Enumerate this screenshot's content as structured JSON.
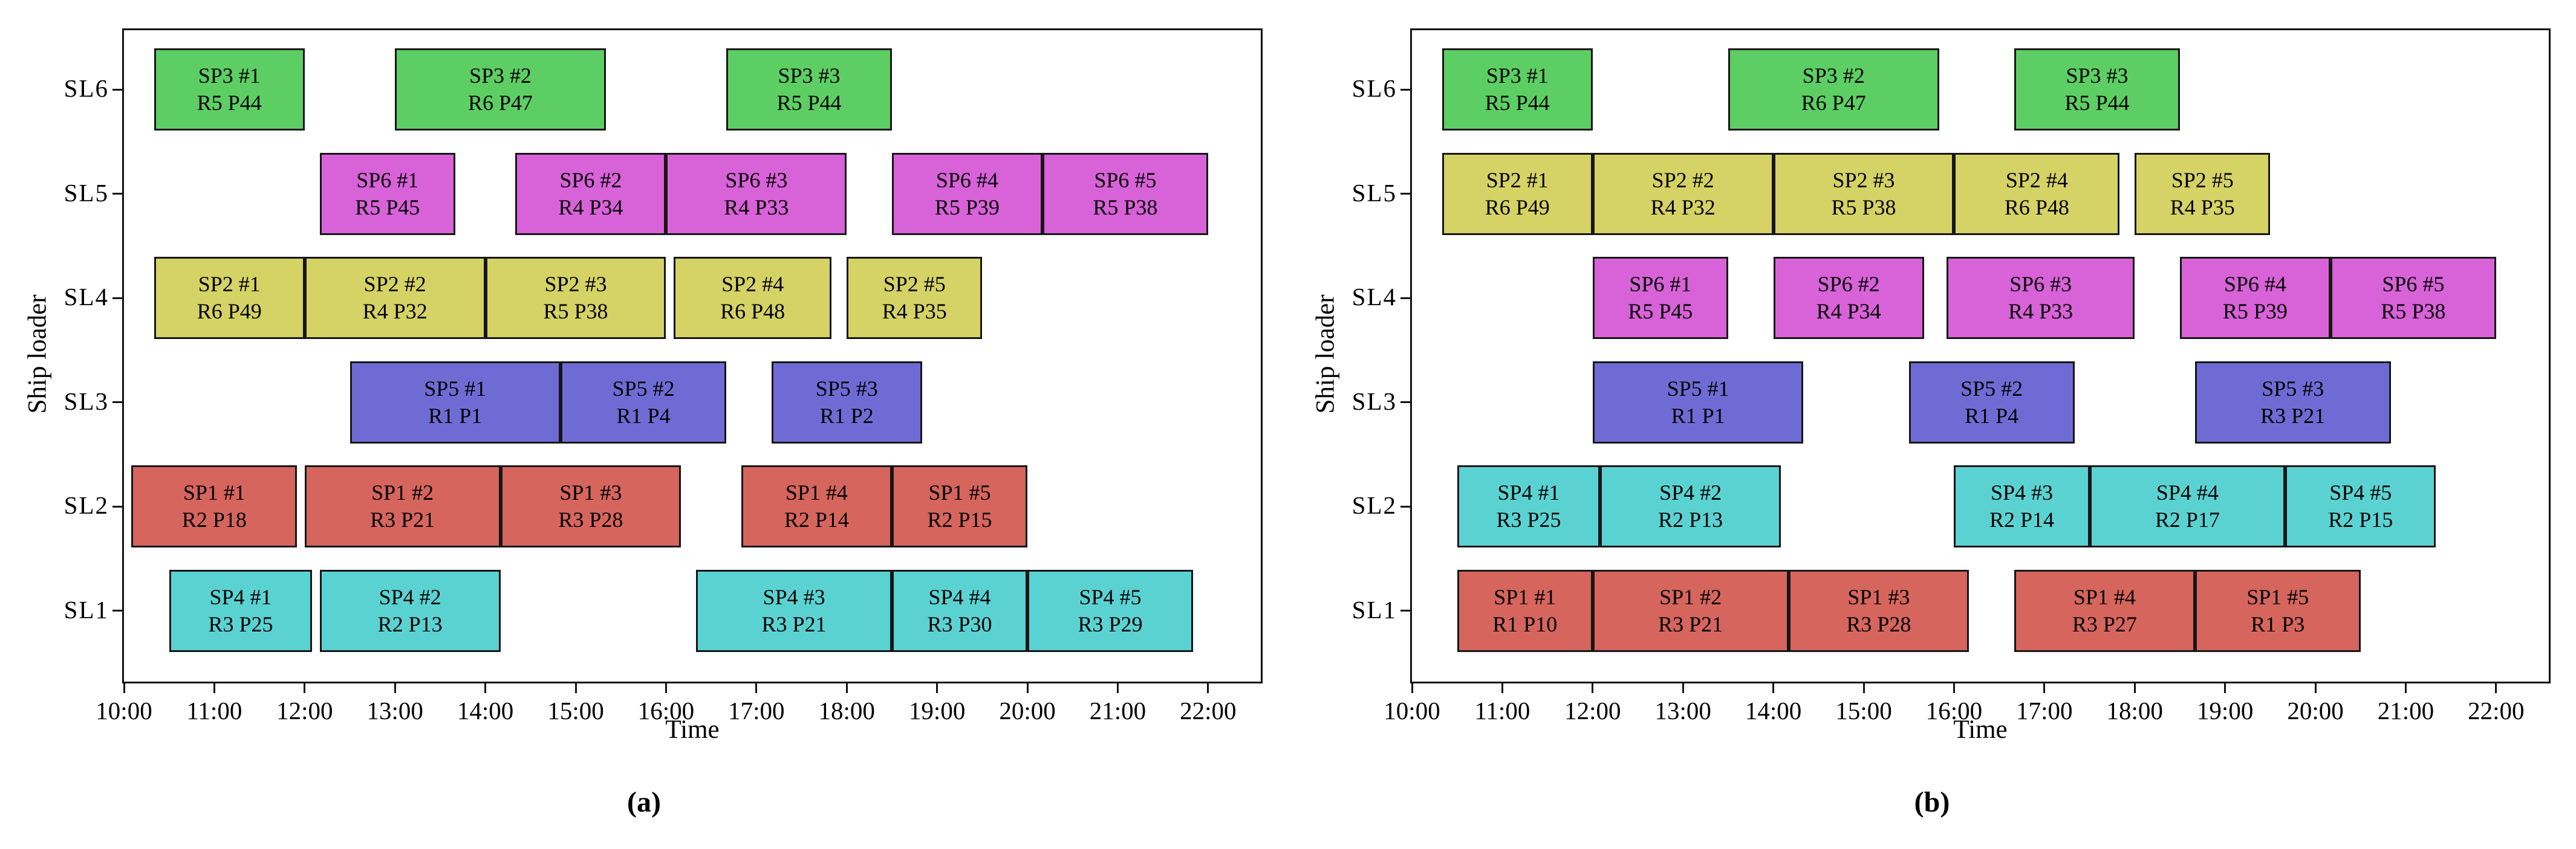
{
  "figure": {
    "background": "#ffffff",
    "axis_color": "#111111",
    "bar_border_color": "#161616",
    "palette": {
      "SP1": "#d5655d",
      "SP2": "#d5d266",
      "SP3": "#5dce63",
      "SP4": "#5bd2d2",
      "SP5": "#6e6cd4",
      "SP6": "#d862d8"
    }
  },
  "chart_data": [
    {
      "type": "gantt",
      "caption": "(a)",
      "xlabel": "Time",
      "ylabel": "Ship loader",
      "x_ticks": [
        "10:00",
        "11:00",
        "12:00",
        "13:00",
        "14:00",
        "15:00",
        "16:00",
        "17:00",
        "18:00",
        "19:00",
        "20:00",
        "21:00",
        "22:00"
      ],
      "x_range_start": "10:00",
      "x_range_end": "22:35",
      "grid": false,
      "rows_top_to_bottom": [
        "SL6",
        "SL5",
        "SL4",
        "SL3",
        "SL2",
        "SL1"
      ],
      "bars": [
        {
          "row": "SL6",
          "series": "SP3",
          "label": "SP3 #1",
          "sublabel": "R5 P44",
          "start": "10:20",
          "end": "12:00"
        },
        {
          "row": "SL6",
          "series": "SP3",
          "label": "SP3 #2",
          "sublabel": "R6 P47",
          "start": "13:00",
          "end": "15:20"
        },
        {
          "row": "SL6",
          "series": "SP3",
          "label": "SP3 #3",
          "sublabel": "R5 P44",
          "start": "16:40",
          "end": "18:30"
        },
        {
          "row": "SL5",
          "series": "SP6",
          "label": "SP6 #1",
          "sublabel": "R5 P45",
          "start": "12:10",
          "end": "13:40"
        },
        {
          "row": "SL5",
          "series": "SP6",
          "label": "SP6 #2",
          "sublabel": "R4 P34",
          "start": "14:20",
          "end": "16:00"
        },
        {
          "row": "SL5",
          "series": "SP6",
          "label": "SP6 #3",
          "sublabel": "R4 P33",
          "start": "16:00",
          "end": "18:00"
        },
        {
          "row": "SL5",
          "series": "SP6",
          "label": "SP6 #4",
          "sublabel": "R5 P39",
          "start": "18:30",
          "end": "20:10"
        },
        {
          "row": "SL5",
          "series": "SP6",
          "label": "SP6 #5",
          "sublabel": "R5 P38",
          "start": "20:10",
          "end": "22:00"
        },
        {
          "row": "SL4",
          "series": "SP2",
          "label": "SP2 #1",
          "sublabel": "R6 P49",
          "start": "10:20",
          "end": "12:00"
        },
        {
          "row": "SL4",
          "series": "SP2",
          "label": "SP2 #2",
          "sublabel": "R4 P32",
          "start": "12:00",
          "end": "14:00"
        },
        {
          "row": "SL4",
          "series": "SP2",
          "label": "SP2 #3",
          "sublabel": "R5 P38",
          "start": "14:00",
          "end": "16:00"
        },
        {
          "row": "SL4",
          "series": "SP2",
          "label": "SP2 #4",
          "sublabel": "R6 P48",
          "start": "16:05",
          "end": "17:50"
        },
        {
          "row": "SL4",
          "series": "SP2",
          "label": "SP2 #5",
          "sublabel": "R4 P35",
          "start": "18:00",
          "end": "19:30"
        },
        {
          "row": "SL3",
          "series": "SP5",
          "label": "SP5 #1",
          "sublabel": "R1 P1",
          "start": "12:30",
          "end": "14:50"
        },
        {
          "row": "SL3",
          "series": "SP5",
          "label": "SP5 #2",
          "sublabel": "R1 P4",
          "start": "14:50",
          "end": "16:40"
        },
        {
          "row": "SL3",
          "series": "SP5",
          "label": "SP5 #3",
          "sublabel": "R1 P2",
          "start": "17:10",
          "end": "18:50"
        },
        {
          "row": "SL2",
          "series": "SP1",
          "label": "SP1 #1",
          "sublabel": "R2 P18",
          "start": "10:05",
          "end": "11:55"
        },
        {
          "row": "SL2",
          "series": "SP1",
          "label": "SP1 #2",
          "sublabel": "R3 P21",
          "start": "12:00",
          "end": "14:10"
        },
        {
          "row": "SL2",
          "series": "SP1",
          "label": "SP1 #3",
          "sublabel": "R3 P28",
          "start": "14:10",
          "end": "16:10"
        },
        {
          "row": "SL2",
          "series": "SP1",
          "label": "SP1 #4",
          "sublabel": "R2 P14",
          "start": "16:50",
          "end": "18:30"
        },
        {
          "row": "SL2",
          "series": "SP1",
          "label": "SP1 #5",
          "sublabel": "R2 P15",
          "start": "18:30",
          "end": "20:00"
        },
        {
          "row": "SL1",
          "series": "SP4",
          "label": "SP4 #1",
          "sublabel": "R3 P25",
          "start": "10:30",
          "end": "12:05"
        },
        {
          "row": "SL1",
          "series": "SP4",
          "label": "SP4 #2",
          "sublabel": "R2 P13",
          "start": "12:10",
          "end": "14:10"
        },
        {
          "row": "SL1",
          "series": "SP4",
          "label": "SP4 #3",
          "sublabel": "R3 P21",
          "start": "16:20",
          "end": "18:30"
        },
        {
          "row": "SL1",
          "series": "SP4",
          "label": "SP4 #4",
          "sublabel": "R3 P30",
          "start": "18:30",
          "end": "20:00"
        },
        {
          "row": "SL1",
          "series": "SP4",
          "label": "SP4 #5",
          "sublabel": "R3 P29",
          "start": "20:00",
          "end": "21:50"
        }
      ]
    },
    {
      "type": "gantt",
      "caption": "(b)",
      "xlabel": "Time",
      "ylabel": "Ship loader",
      "x_ticks": [
        "10:00",
        "11:00",
        "12:00",
        "13:00",
        "14:00",
        "15:00",
        "16:00",
        "17:00",
        "18:00",
        "19:00",
        "20:00",
        "21:00",
        "22:00"
      ],
      "x_range_start": "10:00",
      "x_range_end": "22:35",
      "grid": false,
      "rows_top_to_bottom": [
        "SL6",
        "SL5",
        "SL4",
        "SL3",
        "SL2",
        "SL1"
      ],
      "bars": [
        {
          "row": "SL6",
          "series": "SP3",
          "label": "SP3 #1",
          "sublabel": "R5 P44",
          "start": "10:20",
          "end": "12:00"
        },
        {
          "row": "SL6",
          "series": "SP3",
          "label": "SP3 #2",
          "sublabel": "R6 P47",
          "start": "13:30",
          "end": "15:50"
        },
        {
          "row": "SL6",
          "series": "SP3",
          "label": "SP3 #3",
          "sublabel": "R5 P44",
          "start": "16:40",
          "end": "18:30"
        },
        {
          "row": "SL5",
          "series": "SP2",
          "label": "SP2 #1",
          "sublabel": "R6 P49",
          "start": "10:20",
          "end": "12:00"
        },
        {
          "row": "SL5",
          "series": "SP2",
          "label": "SP2 #2",
          "sublabel": "R4 P32",
          "start": "12:00",
          "end": "14:00"
        },
        {
          "row": "SL5",
          "series": "SP2",
          "label": "SP2 #3",
          "sublabel": "R5 P38",
          "start": "14:00",
          "end": "16:00"
        },
        {
          "row": "SL5",
          "series": "SP2",
          "label": "SP2 #4",
          "sublabel": "R6 P48",
          "start": "16:00",
          "end": "17:50"
        },
        {
          "row": "SL5",
          "series": "SP2",
          "label": "SP2 #5",
          "sublabel": "R4 P35",
          "start": "18:00",
          "end": "19:30"
        },
        {
          "row": "SL4",
          "series": "SP6",
          "label": "SP6 #1",
          "sublabel": "R5 P45",
          "start": "12:00",
          "end": "13:30"
        },
        {
          "row": "SL4",
          "series": "SP6",
          "label": "SP6 #2",
          "sublabel": "R4 P34",
          "start": "14:00",
          "end": "15:40"
        },
        {
          "row": "SL4",
          "series": "SP6",
          "label": "SP6 #3",
          "sublabel": "R4 P33",
          "start": "15:55",
          "end": "18:00"
        },
        {
          "row": "SL4",
          "series": "SP6",
          "label": "SP6 #4",
          "sublabel": "R5 P39",
          "start": "18:30",
          "end": "20:10"
        },
        {
          "row": "SL4",
          "series": "SP6",
          "label": "SP6 #5",
          "sublabel": "R5 P38",
          "start": "20:10",
          "end": "22:00"
        },
        {
          "row": "SL3",
          "series": "SP5",
          "label": "SP5 #1",
          "sublabel": "R1 P1",
          "start": "12:00",
          "end": "14:20"
        },
        {
          "row": "SL3",
          "series": "SP5",
          "label": "SP5 #2",
          "sublabel": "R1 P4",
          "start": "15:30",
          "end": "17:20"
        },
        {
          "row": "SL3",
          "series": "SP5",
          "label": "SP5 #3",
          "sublabel": "R3 P21",
          "start": "18:40",
          "end": "20:50"
        },
        {
          "row": "SL2",
          "series": "SP4",
          "label": "SP4 #1",
          "sublabel": "R3 P25",
          "start": "10:30",
          "end": "12:05"
        },
        {
          "row": "SL2",
          "series": "SP4",
          "label": "SP4 #2",
          "sublabel": "R2 P13",
          "start": "12:05",
          "end": "14:05"
        },
        {
          "row": "SL2",
          "series": "SP4",
          "label": "SP4 #3",
          "sublabel": "R2 P14",
          "start": "16:00",
          "end": "17:30"
        },
        {
          "row": "SL2",
          "series": "SP4",
          "label": "SP4 #4",
          "sublabel": "R2 P17",
          "start": "17:30",
          "end": "19:40"
        },
        {
          "row": "SL2",
          "series": "SP4",
          "label": "SP4 #5",
          "sublabel": "R2 P15",
          "start": "19:40",
          "end": "21:20"
        },
        {
          "row": "SL1",
          "series": "SP1",
          "label": "SP1 #1",
          "sublabel": "R1 P10",
          "start": "10:30",
          "end": "12:00"
        },
        {
          "row": "SL1",
          "series": "SP1",
          "label": "SP1 #2",
          "sublabel": "R3 P21",
          "start": "12:00",
          "end": "14:10"
        },
        {
          "row": "SL1",
          "series": "SP1",
          "label": "SP1 #3",
          "sublabel": "R3 P28",
          "start": "14:10",
          "end": "16:10"
        },
        {
          "row": "SL1",
          "series": "SP1",
          "label": "SP1 #4",
          "sublabel": "R3 P27",
          "start": "16:40",
          "end": "18:40"
        },
        {
          "row": "SL1",
          "series": "SP1",
          "label": "SP1 #5",
          "sublabel": "R1 P3",
          "start": "18:40",
          "end": "20:30"
        }
      ]
    }
  ]
}
